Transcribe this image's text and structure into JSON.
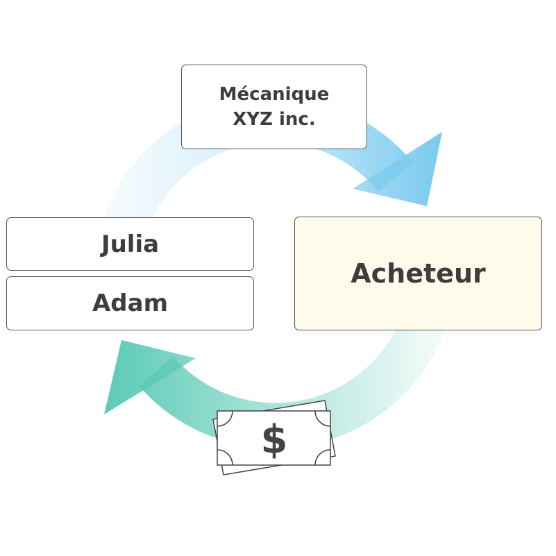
{
  "nodes": {
    "supplier_line1": "Mécanique",
    "supplier_line2": "XYZ inc.",
    "person1": "Julia",
    "person2": "Adam",
    "buyer": "Acheteur"
  },
  "money_symbol": "$",
  "colors": {
    "top_arrow": "#7ccbef",
    "bottom_arrow": "#5ccab6",
    "buyer_fill": "#fefbea",
    "text": "#3d3d3d"
  }
}
